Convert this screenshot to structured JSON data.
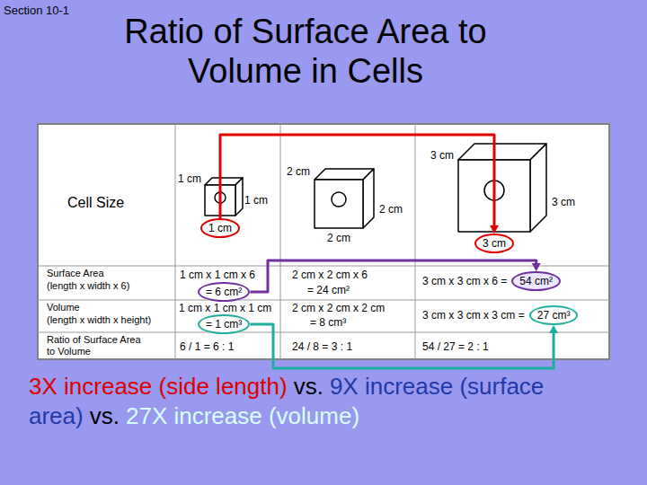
{
  "diagram": {
    "title": "Ratio of Surface Area to Volume in Cells",
    "nodes": [
      {
        "text": [
          "1 cm"
        ]
      },
      {
        "text": [
          "3 cm"
        ]
      },
      {
        "text": [
          "= 6 cm²"
        ]
      },
      {
        "text": [
          "54 cm²"
        ]
      },
      {
        "text": [
          "= 1 cm³"
        ]
      },
      {
        "text": [
          "27 cm³"
        ]
      }
    ],
    "edges": [
      {
        "from": 0,
        "to": 1,
        "arrow": "to"
      },
      {
        "from": 2,
        "to": 3,
        "arrow": "to"
      },
      {
        "from": 4,
        "to": 5,
        "arrow": "to"
      }
    ],
    "labels": [
      "Section 10-1",
      "Cell Size",
      "1 cm",
      "1 cm",
      "2 cm",
      "2 cm",
      "2 cm",
      "3 cm",
      "3 cm",
      "Surface Area",
      "(length x width x 6)",
      "1 cm x 1 cm x 6",
      "2 cm x 2 cm x 6",
      "= 24 cm²",
      "3 cm x 3 cm x 6 =",
      "Volume",
      "(length x width x height)",
      "1 cm x 1 cm x 1 cm",
      "2 cm x 2 cm x 2 cm",
      "= 8 cm³",
      "3 cm x 3 cm x 3 cm =",
      "Ratio of Surface Area to Volume",
      "6 / 1 = 6 : 1",
      "24 / 8 = 3 : 1",
      "54 / 27 = 2 : 1",
      "3X increase (side length)",
      "vs.",
      "9X increase (surface area)",
      "vs.",
      "27X increase (volume)"
    ]
  }
}
